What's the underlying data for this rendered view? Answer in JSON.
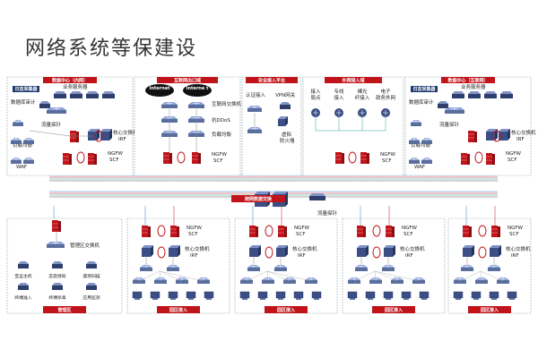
{
  "page": {
    "title": "网络系统等保建设"
  },
  "top_zones": [
    {
      "key": "dc_internal",
      "header": "数据中心（内网）",
      "badge": "日志采集器",
      "labels": [
        "业务服务器",
        "数据库审计",
        "流量探针",
        "核心交换机",
        "IRF",
        "NGFW",
        "SCF",
        "负载均衡",
        "WAF"
      ]
    },
    {
      "key": "internet_exit",
      "header": "互联网出口域",
      "clouds": [
        "Internet",
        "Interne t"
      ],
      "labels": [
        "互联网交换机",
        "抗DDoS",
        "负载均衡",
        "NGFW",
        "SCF"
      ]
    },
    {
      "key": "secure_access",
      "header": "安全接入平台",
      "labels": [
        "认证接入",
        "VPN网关",
        "虚拟防火墙"
      ]
    },
    {
      "key": "extranet_access",
      "header": "外网接入域",
      "columns": [
        "接入局点",
        "专线接入",
        "裸光纤接入",
        "电子政务外网"
      ],
      "labels": [
        "NGFW",
        "SCF"
      ]
    },
    {
      "key": "dc_internet",
      "header": "数据中心（互联网）",
      "badge": "日志采集器",
      "labels": [
        "业务服务器",
        "数据库审计",
        "流量探针",
        "核心交换机",
        "IRF",
        "NGFW",
        "SCF",
        "负载均衡",
        "WAF"
      ]
    }
  ],
  "center": {
    "switch_label": "跨网数据交换",
    "probe_label": "流量探针"
  },
  "bottom_zones": [
    {
      "key": "mgmt",
      "footer": "管理区",
      "labels": [
        "管理区交换机",
        "堡垒主机",
        "态势感知",
        "漏洞扫描",
        "终端准入",
        "终端杀毒",
        "应用监测"
      ]
    },
    {
      "key": "campus1",
      "footer": "园区接入",
      "labels": [
        "NGFW",
        "SCF",
        "核心交换机",
        "IRF"
      ]
    },
    {
      "key": "campus2",
      "footer": "园区接入",
      "labels": [
        "NGFW",
        "SCF",
        "核心交换机",
        "IRF"
      ]
    },
    {
      "key": "campus3",
      "footer": "园区接入",
      "labels": [
        "NGFW",
        "SCF",
        "核心交换机",
        "IRF"
      ]
    },
    {
      "key": "campus4",
      "footer": "园区接入",
      "labels": [
        "NGFW",
        "SCF",
        "核心交换机",
        "IRF"
      ]
    }
  ],
  "colors": {
    "accent": "#c0141a",
    "link_blue": "#3a7bd5",
    "device_dark": "#2e3f6e",
    "device_mid": "#5a6e9e",
    "border": "#c0141a"
  }
}
